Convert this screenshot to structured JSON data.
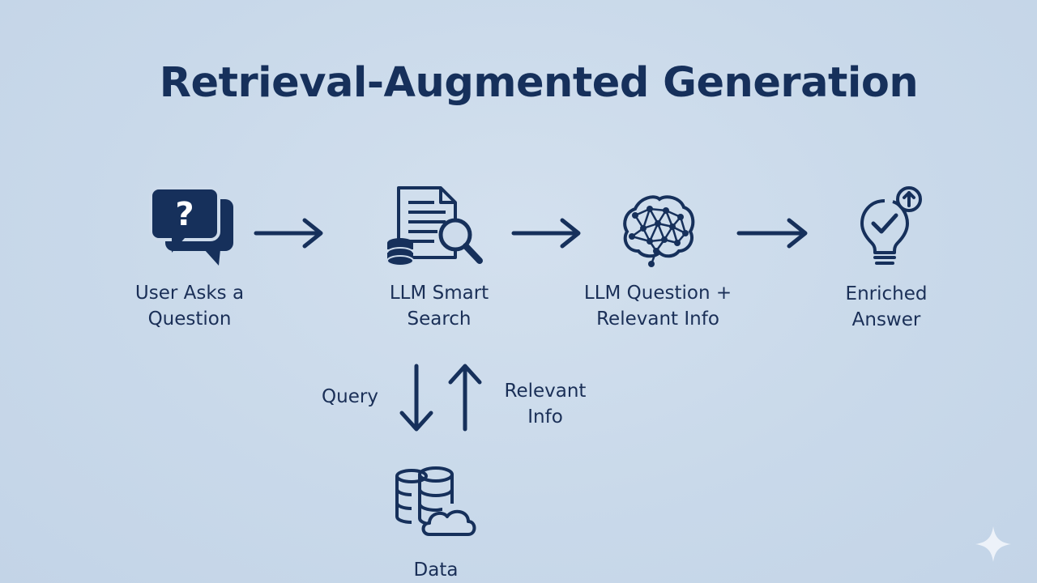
{
  "title": "Retrieval-Augmented Generation",
  "steps": [
    {
      "icon": "question-chat-icon",
      "label": "User Asks a\nQuestion"
    },
    {
      "icon": "document-search-icon",
      "label": "LLM Smart\nSearch"
    },
    {
      "icon": "neural-brain-icon",
      "label": "LLM Question +\nRelevant Info"
    },
    {
      "icon": "lightbulb-check-icon",
      "label": "Enriched\nAnswer"
    }
  ],
  "retrieval": {
    "query_label": "Query",
    "relevant_label": "Relevant\nInfo",
    "data_label": "Data",
    "data_icon": "database-cloud-icon"
  },
  "colors": {
    "primary": "#16305b",
    "background": "#c9d9ea"
  }
}
